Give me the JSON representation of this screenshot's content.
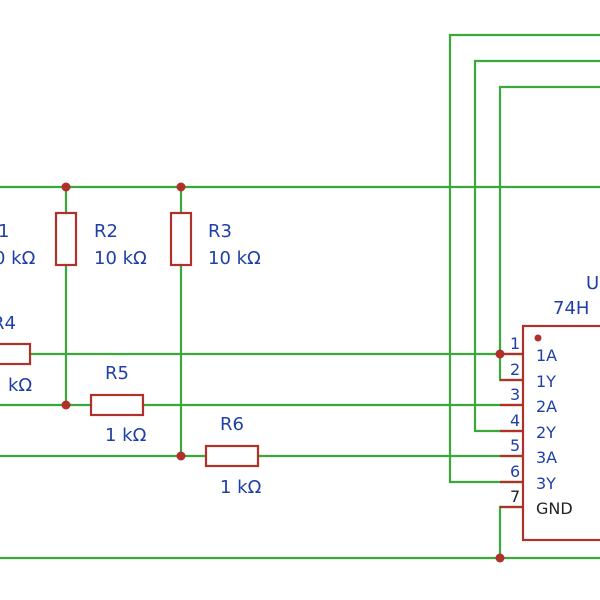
{
  "colors": {
    "wire": "#3aa83a",
    "part": "#b0302a",
    "label": "#1f3fa8",
    "text": "#222222"
  },
  "resistors": {
    "r1": {
      "ref": "1",
      "value": "0 kΩ"
    },
    "r2": {
      "ref": "R2",
      "value": "10 kΩ"
    },
    "r3": {
      "ref": "R3",
      "value": "10 kΩ"
    },
    "r4": {
      "ref": "R4",
      "value": "kΩ"
    },
    "r5": {
      "ref": "R5",
      "value": "1 kΩ"
    },
    "r6": {
      "ref": "R6",
      "value": "1 kΩ"
    }
  },
  "ic": {
    "ref": "U",
    "part": "74H",
    "pins": [
      {
        "num": "1",
        "name": "1A"
      },
      {
        "num": "2",
        "name": "1Y"
      },
      {
        "num": "3",
        "name": "2A"
      },
      {
        "num": "4",
        "name": "2Y"
      },
      {
        "num": "5",
        "name": "3A"
      },
      {
        "num": "6",
        "name": "3Y"
      },
      {
        "num": "7",
        "name": "GND"
      }
    ]
  }
}
